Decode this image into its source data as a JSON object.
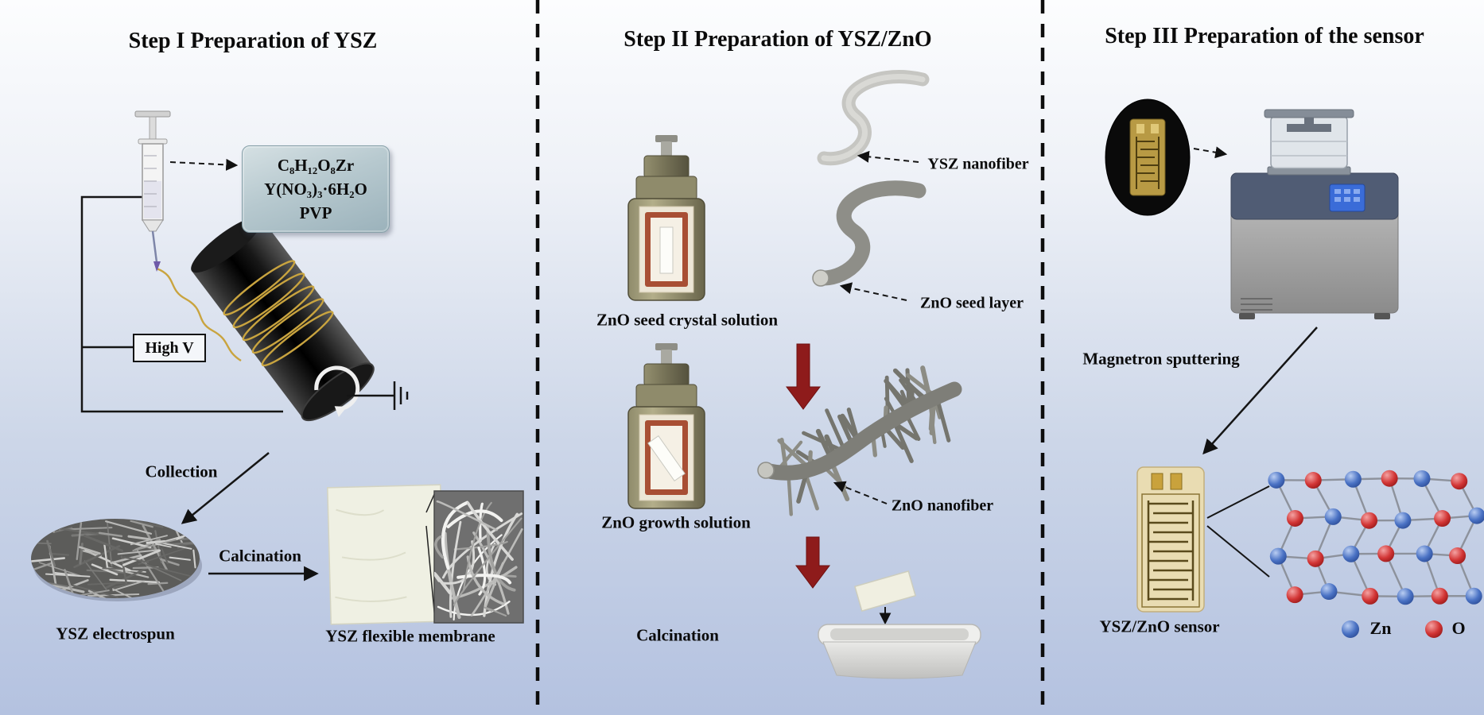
{
  "step1": {
    "title": "Step I Preparation of YSZ",
    "chemicals": [
      "C₈H₁₂O₈Zr",
      "Y(NO₃)₃·6H₂O",
      "PVP"
    ],
    "high_v": "High V",
    "collection": "Collection",
    "calcination": "Calcination",
    "electrospun": "YSZ electrospun",
    "membrane": "YSZ flexible membrane"
  },
  "step2": {
    "title": "Step II Preparation of YSZ/ZnO",
    "seed_solution": "ZnO seed crystal solution",
    "growth_solution": "ZnO growth solution",
    "ysz_nanofiber": "YSZ nanofiber",
    "zno_seed_layer": "ZnO seed layer",
    "zno_nanofiber": "ZnO nanofiber",
    "calcination": "Calcination"
  },
  "step3": {
    "title": "Step III Preparation of the sensor",
    "sputtering": "Magnetron sputtering",
    "sensor": "YSZ/ZnO sensor",
    "legend": {
      "zn": "Zn",
      "o": "O"
    }
  },
  "colors": {
    "process_arrow_red": "#8e1b1b",
    "zn_sphere_blue": "#4a72c4",
    "o_sphere_red": "#d23535",
    "background_top": "#fcfdfe",
    "background_bottom": "#b4c2e0",
    "coil_gold": "#c9a43f"
  }
}
